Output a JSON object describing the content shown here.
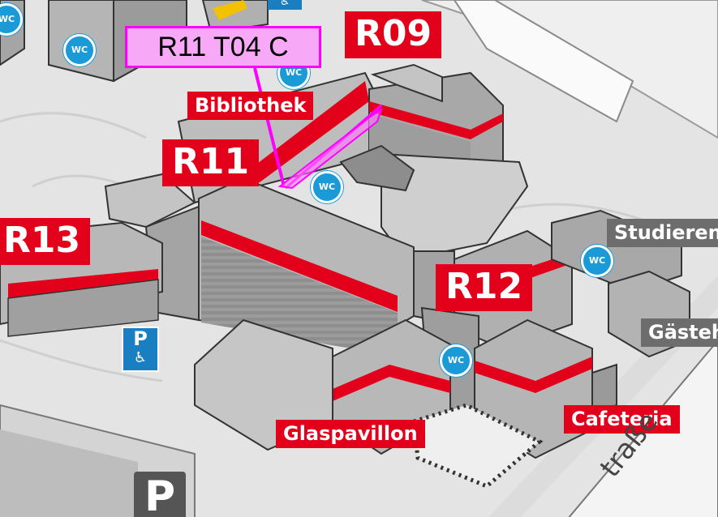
{
  "map": {
    "callout_label": "R11 T04 C",
    "buildings": {
      "r09": "R09",
      "r11": "R11",
      "r12": "R12",
      "r13": "R13"
    },
    "places": {
      "bibliothek": "Bibliothek",
      "glaspavillon": "Glaspavillon",
      "cafeteria": "Cafeteria",
      "studieren": "Studieren",
      "gaeste": "Gästeh"
    },
    "street": "traße",
    "parking_label": "P",
    "restroom_label": "WC",
    "icons": [
      "wc-icon",
      "parking-icon",
      "wheelchair-icon",
      "large-parking-icon"
    ],
    "colors": {
      "label_red": "#e2001a",
      "label_grey": "#6d6d6d",
      "callout_fill": "#f7a8f7",
      "callout_border": "#ff00ff",
      "parking_blue": "#1a7fc1",
      "wc_blue": "#1a9ad6"
    }
  }
}
